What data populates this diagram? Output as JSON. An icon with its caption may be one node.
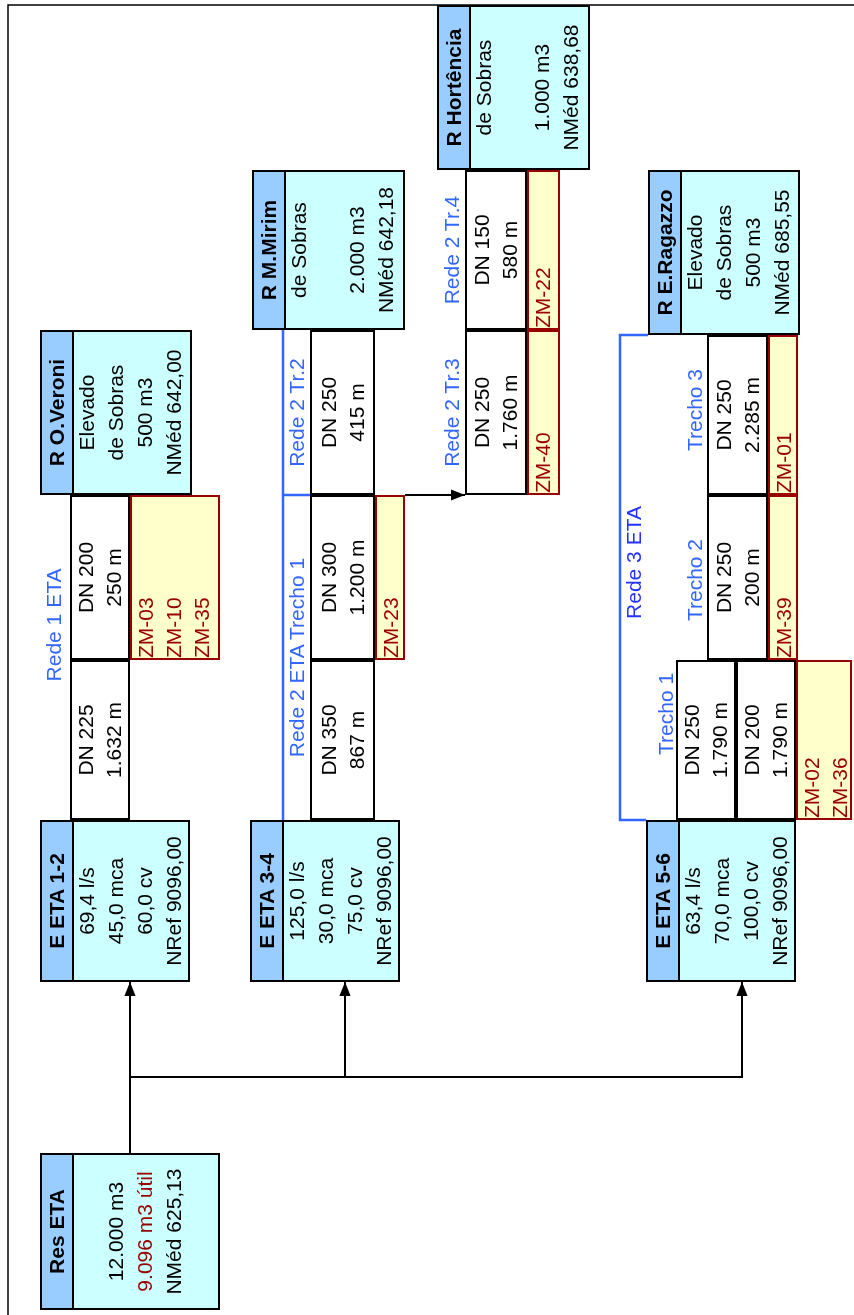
{
  "diagram": {
    "nodes": [
      {
        "text": [
          "Res ETA",
          "12.000 m3",
          "9.096 m3 útil",
          "NMéd 625,13"
        ]
      },
      {
        "text": [
          "E ETA 1-2",
          "69,4 l/s",
          "45,0 mca",
          "60,0 cv",
          "NRef 9096,00"
        ]
      },
      {
        "text": [
          "DN 225",
          "1.632 m"
        ]
      },
      {
        "text": [
          "DN 200",
          "250 m"
        ]
      },
      {
        "text": [
          "ZM-03",
          "ZM-10",
          "ZM-35"
        ]
      },
      {
        "text": [
          "R O.Veroni",
          "Elevado",
          "de Sobras",
          "500 m3",
          "NMéd 642,00"
        ]
      },
      {
        "text": [
          "E ETA 3-4",
          "125,0 l/s",
          "30,0 mca",
          "75,0 cv",
          "NRef 9096,00"
        ]
      },
      {
        "text": [
          "DN 350",
          "867 m"
        ]
      },
      {
        "text": [
          "DN 300",
          "1.200 m"
        ]
      },
      {
        "text": [
          "ZM-23"
        ]
      },
      {
        "text": [
          "DN 250",
          "415 m"
        ]
      },
      {
        "text": [
          "R M.Mirim",
          "de Sobras",
          "2.000 m3",
          "NMéd 642,18"
        ]
      },
      {
        "text": [
          "DN 250",
          "1.760 m"
        ]
      },
      {
        "text": [
          "ZM-40"
        ]
      },
      {
        "text": [
          "DN 150",
          "580 m"
        ]
      },
      {
        "text": [
          "ZM-22"
        ]
      },
      {
        "text": [
          "R Hortência",
          "de Sobras",
          "1.000 m3",
          "NMéd 638,68"
        ]
      },
      {
        "text": [
          "E ETA 5-6",
          "63,4 l/s",
          "70,0 mca",
          "100,0 cv",
          "NRef 9096,00"
        ]
      },
      {
        "text": [
          "DN 250",
          "1.790 m"
        ]
      },
      {
        "text": [
          "DN 200",
          "1.790 m"
        ]
      },
      {
        "text": [
          "ZM-02",
          "ZM-36"
        ]
      },
      {
        "text": [
          "DN 250",
          "200 m"
        ]
      },
      {
        "text": [
          "ZM-39"
        ]
      },
      {
        "text": [
          "DN 250",
          "2.285 m"
        ]
      },
      {
        "text": [
          "ZM-01"
        ]
      },
      {
        "text": [
          "R E.Ragazzo",
          "Elevado",
          "de Sobras",
          "500 m3",
          "NMéd 685,55"
        ]
      }
    ],
    "edges": [
      {
        "from": 0,
        "to": 1,
        "arrow": "to"
      },
      {
        "from": 0,
        "to": 6,
        "arrow": "to"
      },
      {
        "from": 0,
        "to": 17,
        "arrow": "to"
      },
      {
        "from": 9,
        "to": 12,
        "arrow": "to"
      }
    ],
    "labels": [
      "Rede 1 ETA",
      "Rede 2 ETA Trecho 1",
      "Rede 2 Tr.2",
      "Rede 2 Tr.3",
      "Rede 2 Tr.4",
      "Rede 3 ETA",
      "Trecho 1",
      "Trecho 2",
      "Trecho 3"
    ]
  }
}
